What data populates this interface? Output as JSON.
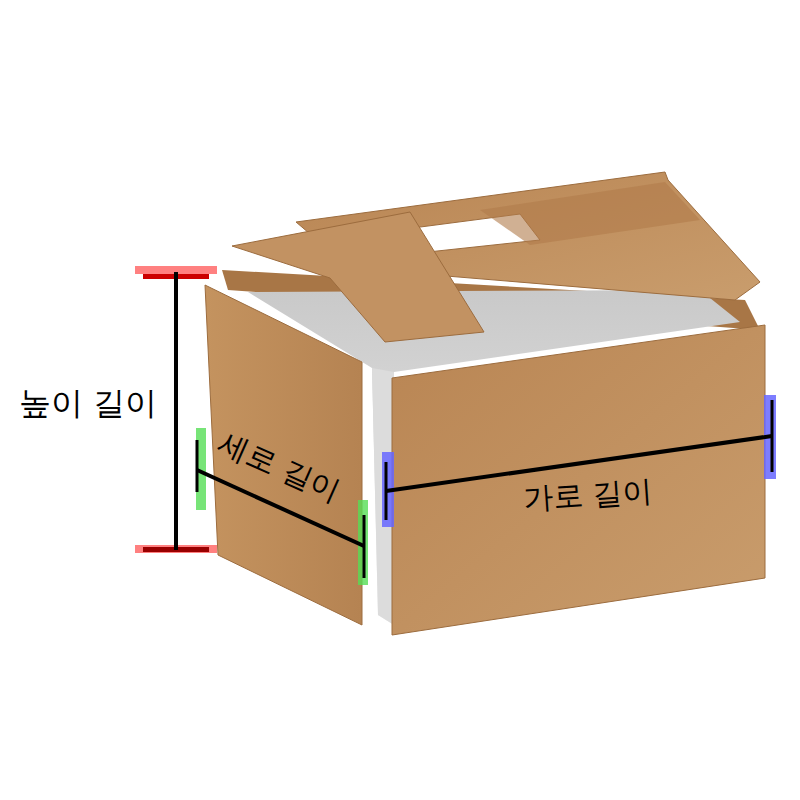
{
  "diagram": {
    "labels": [
      "높이 길이",
      "세로 길이",
      "가로 길이"
    ]
  }
}
